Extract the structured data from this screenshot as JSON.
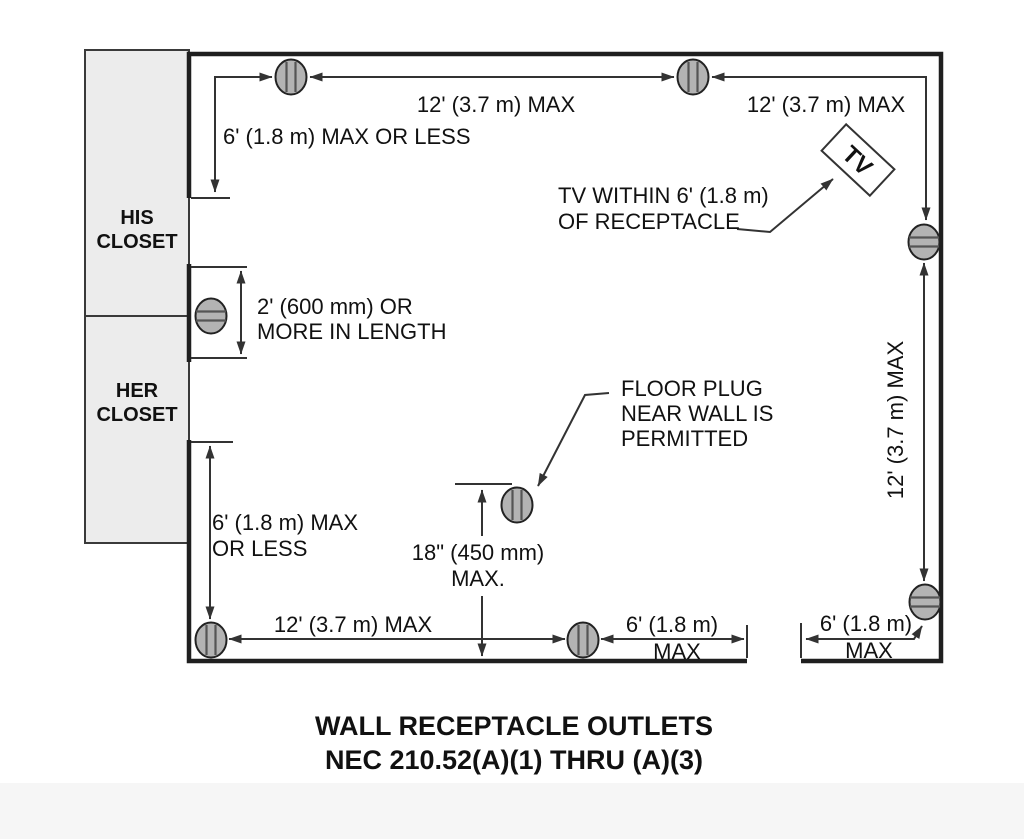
{
  "diagram": {
    "kind": "floor-plan",
    "title": {
      "line1": "WALL RECEPTACLE OUTLETS",
      "line2": "NEC 210.52(A)(1) THRU (A)(3)"
    },
    "closets": {
      "his": {
        "line1": "HIS",
        "line2": "CLOSET"
      },
      "her": {
        "line1": "HER",
        "line2": "CLOSET"
      }
    },
    "tv": {
      "label": "TV",
      "note_line1": "TV WITHIN 6' (1.8 m)",
      "note_line2": "OF RECEPTACLE"
    },
    "floor_plug": {
      "note_line1": "FLOOR PLUG",
      "note_line2": "NEAR WALL IS",
      "note_line3": "PERMITTED",
      "distance_line1": "18\" (450 mm)",
      "distance_line2": "MAX."
    },
    "dimensions": {
      "top_left": "6' (1.8 m) MAX OR LESS",
      "top_span": "12' (3.7 m) MAX",
      "top_right": "12' (3.7 m) MAX",
      "right_span": "12' (3.7 m) MAX",
      "closet_wall_line1": "2' (600 mm) OR",
      "closet_wall_line2": "MORE IN LENGTH",
      "left_bottom_line1": "6' (1.8 m) MAX",
      "left_bottom_line2": "OR LESS",
      "bottom_span": "12' (3.7 m) MAX",
      "bottom_door_line1": "6' (1.8 m)",
      "bottom_door_line2": "MAX",
      "bottom_right_line1": "6' (1.8 m)",
      "bottom_right_line2": "MAX"
    },
    "receptacle_count": 8,
    "colors": {
      "wall": "#1f1f1f",
      "dimension_line": "#333333",
      "receptacle_fill": "#b3b3b3",
      "receptacle_slot": "#555555",
      "closet_fill": "#ececec",
      "text": "#111111",
      "background": "#ffffff"
    }
  }
}
